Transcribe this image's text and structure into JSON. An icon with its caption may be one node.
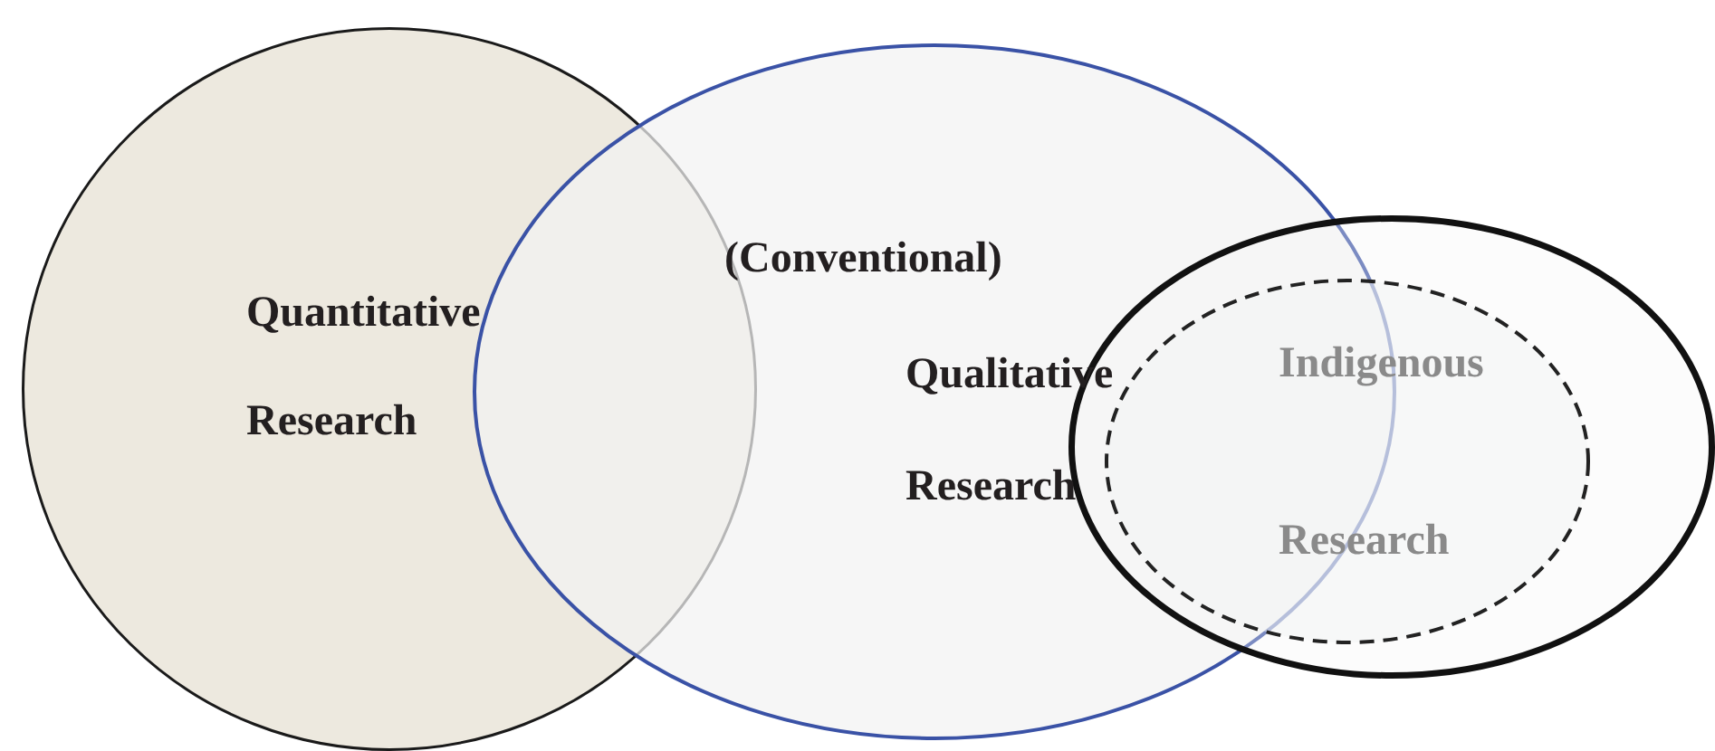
{
  "diagram": {
    "nodes": [
      {
        "text": [
          "Quantitative Research"
        ]
      },
      {
        "text": [
          "(Conventional)",
          "Qualitative Research"
        ]
      },
      {
        "text": [],
        "shape": "ellipse"
      },
      {
        "text": [
          "Indigenous Research"
        ],
        "in": 2
      }
    ],
    "edges": []
  }
}
